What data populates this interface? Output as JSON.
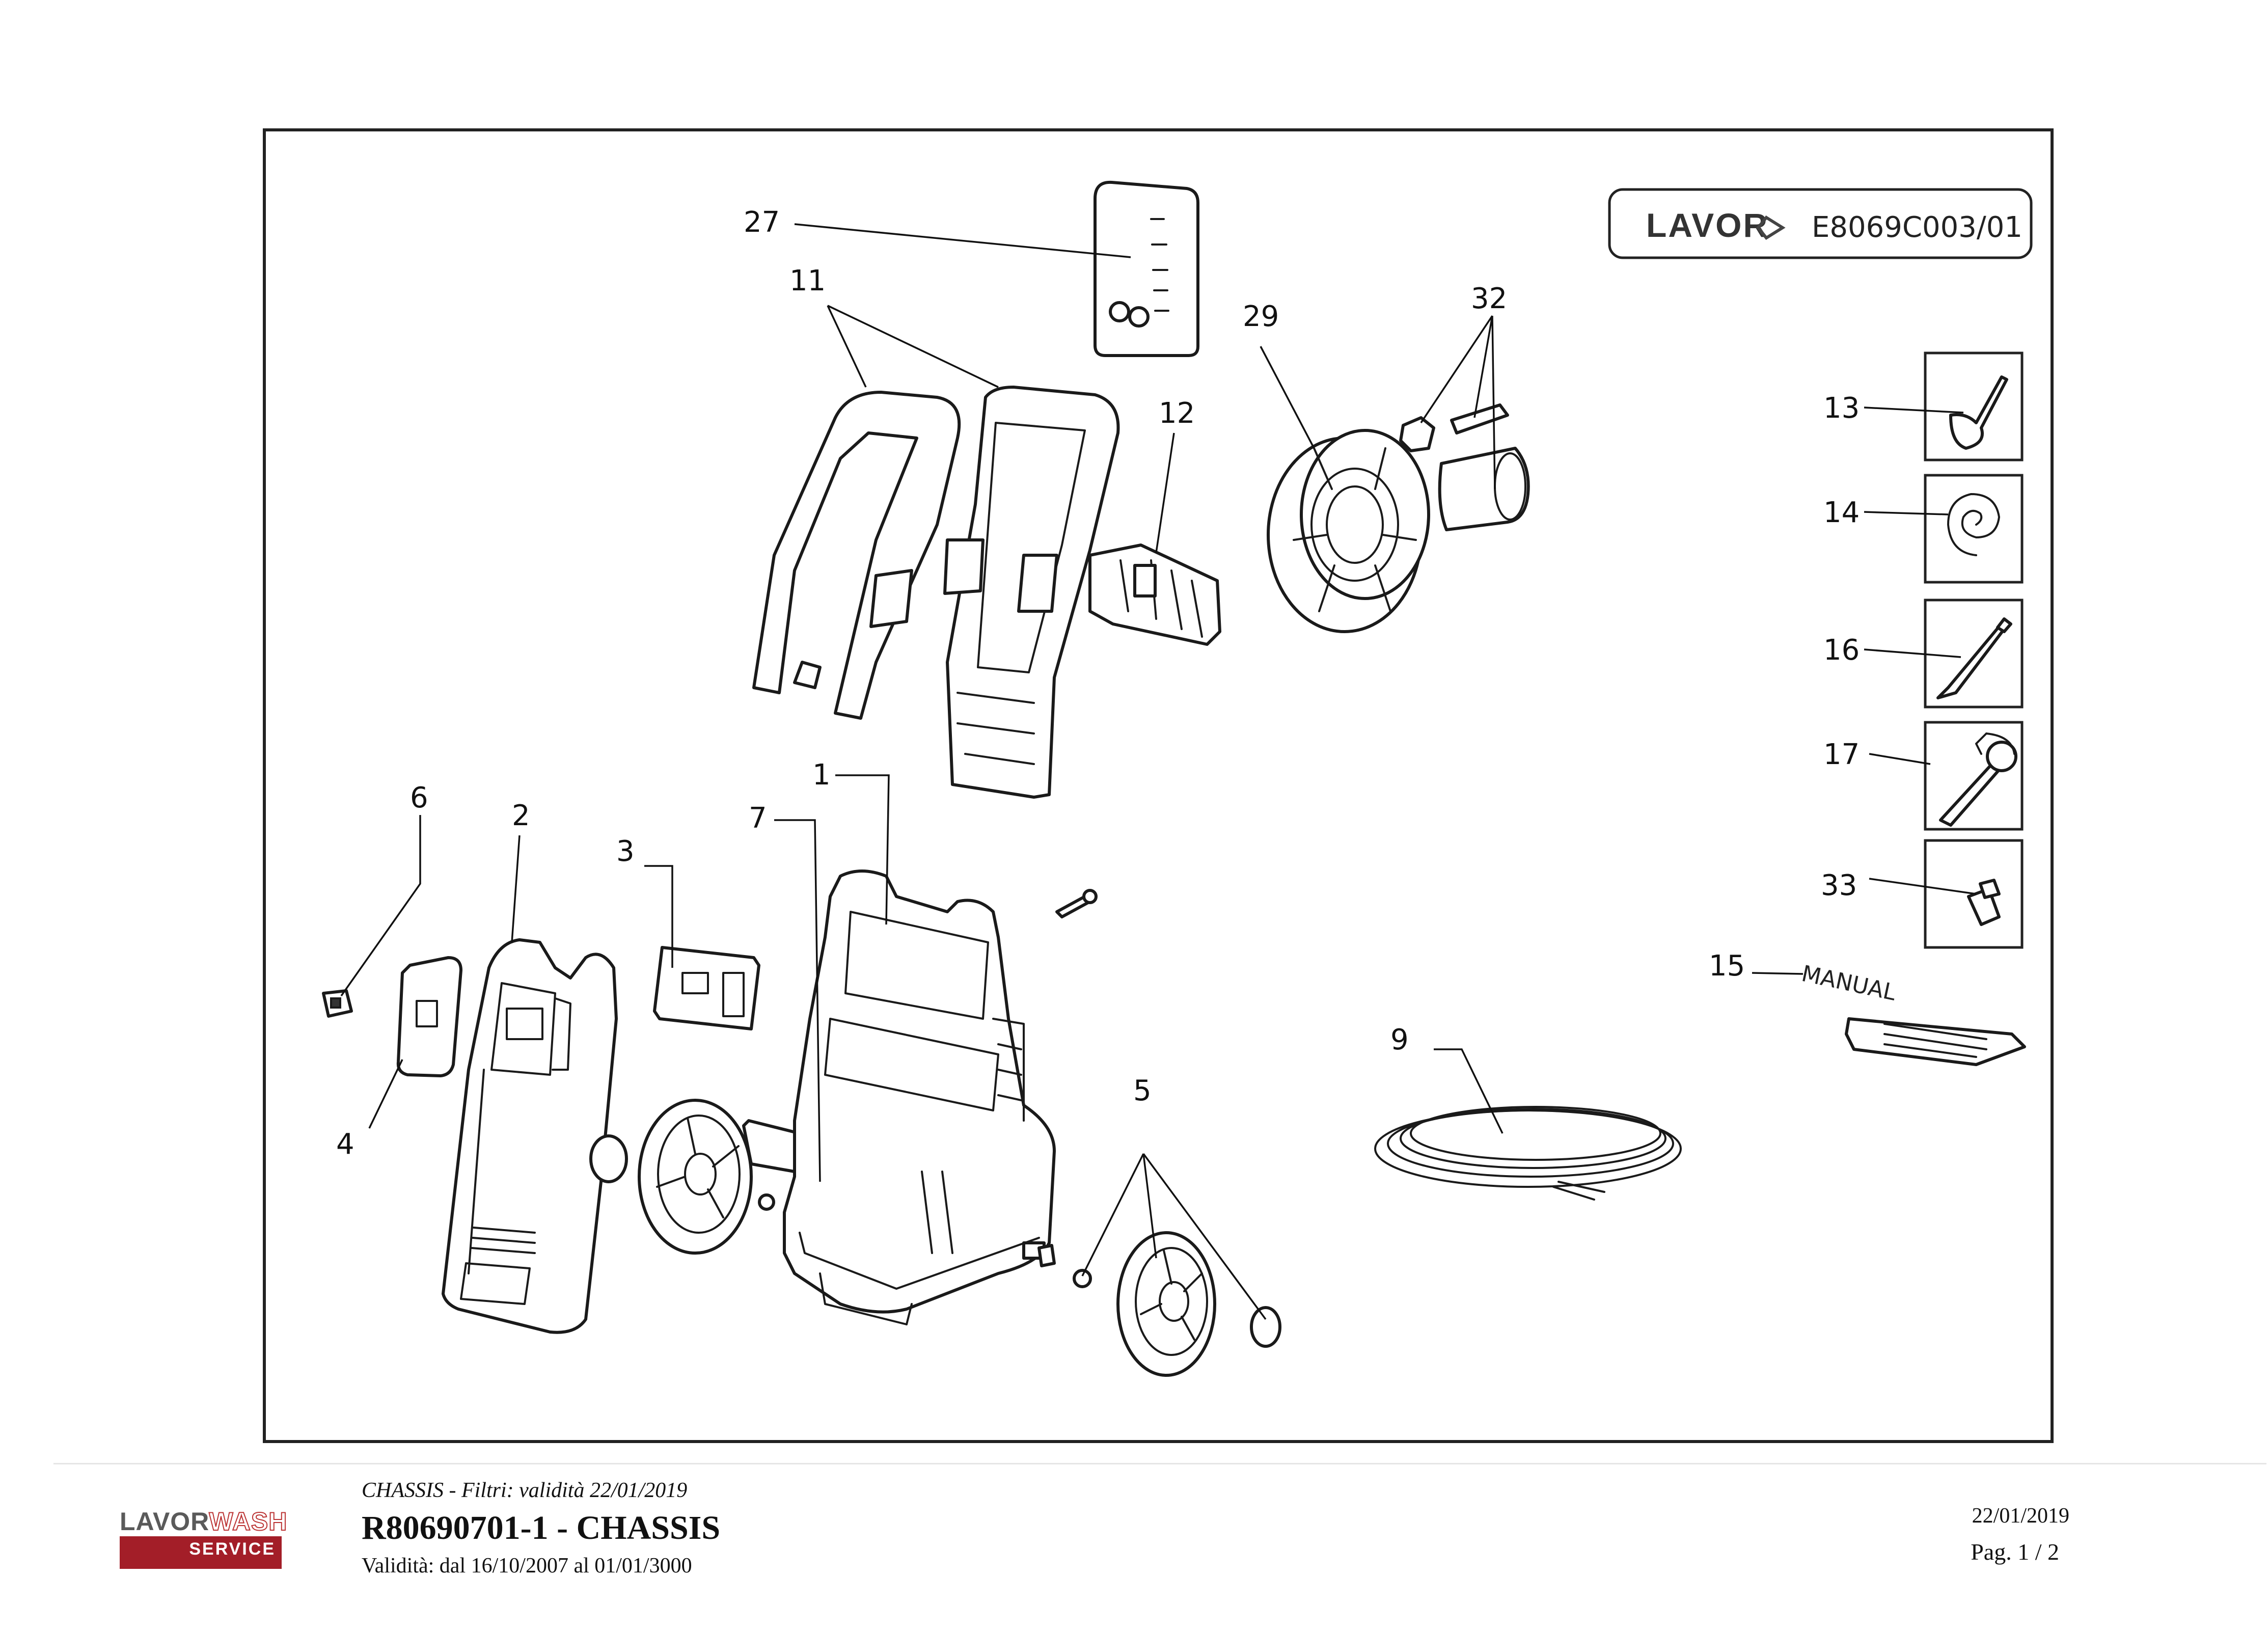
{
  "header_box": {
    "brand": "LAVOR",
    "code": "E8069C003/01"
  },
  "callouts": {
    "c1": "1",
    "c2": "2",
    "c3": "3",
    "c4": "4",
    "c5": "5",
    "c6": "6",
    "c7": "7",
    "c9": "9",
    "c11": "11",
    "c12": "12",
    "c13": "13",
    "c14": "14",
    "c15": "15",
    "c16": "16",
    "c17": "17",
    "c27": "27",
    "c29": "29",
    "c32": "32",
    "c33": "33"
  },
  "manual_label": "MANUAL",
  "footer": {
    "subtitle": "CHASSIS - Filtri: validità 22/01/2019",
    "title": "R80690701-1 - CHASSIS",
    "validity": "Validità: dal 16/10/2007 al 01/01/3000",
    "date": "22/01/2019",
    "page": "Pag. 1 / 2",
    "logo_brand": "LAVOR",
    "logo_wash": "WASH",
    "logo_service": "SERVICE"
  },
  "colors": {
    "accent_red": "#a31e28",
    "line": "#1a1a1a"
  }
}
